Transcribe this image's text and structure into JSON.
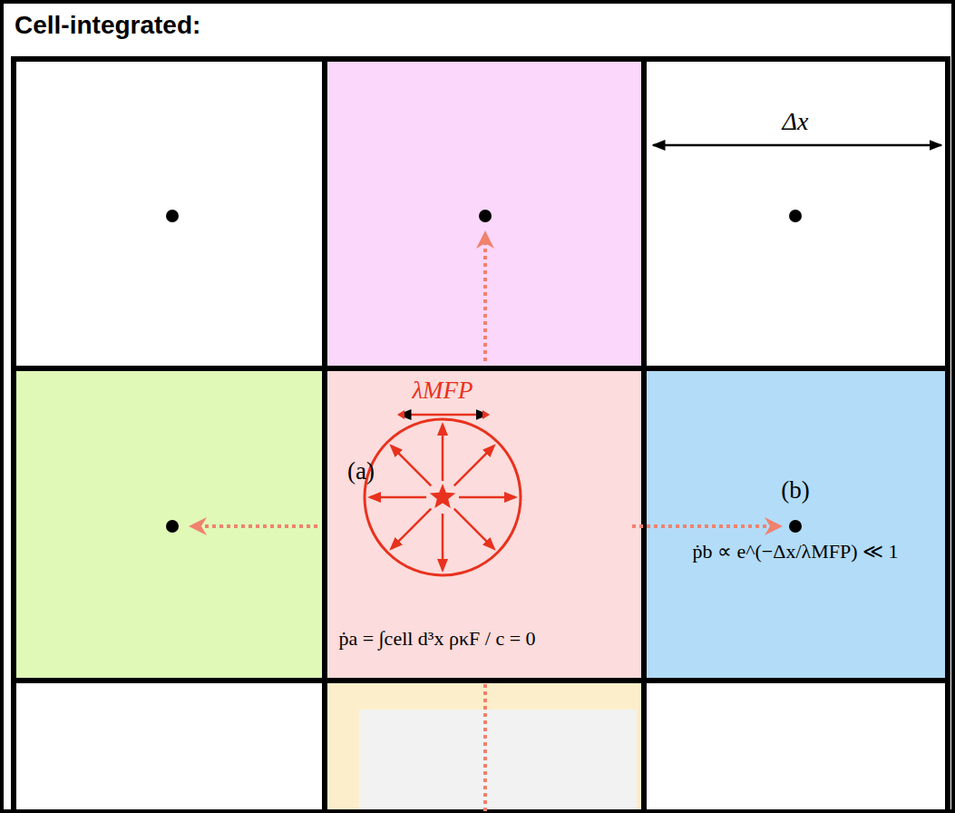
{
  "diagram": {
    "title": "Cell-integrated:",
    "nodes": [
      {
        "text": [
          "λMFP",
          "(a)",
          "ṗa = ∫cell d³x ρκF / c = 0"
        ]
      },
      {
        "text": [
          "(b)",
          "ṗb ∝ e^(−Δx/λMFP) ≪ 1"
        ]
      }
    ],
    "edges": [
      {
        "from": 0,
        "to": 1,
        "arrow": "to"
      }
    ],
    "labels": [
      "Δx"
    ]
  }
}
